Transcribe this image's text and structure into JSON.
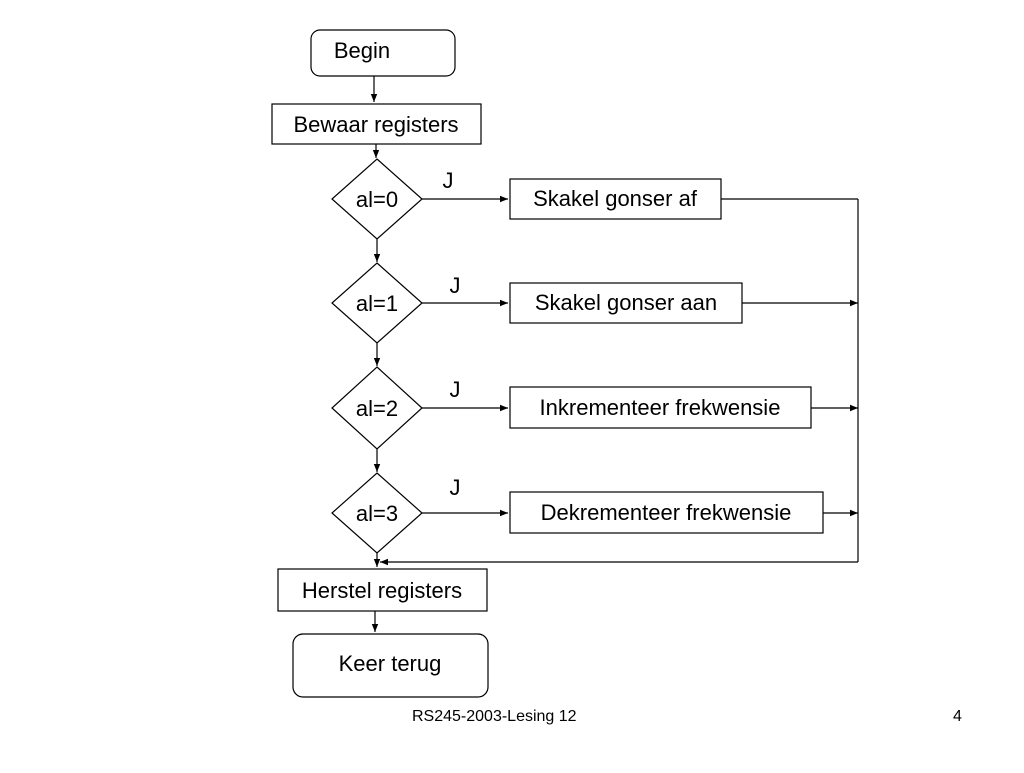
{
  "diagram": {
    "start": "Begin",
    "save": "Bewaar registers",
    "decisions": [
      {
        "condition": "al=0",
        "yes_label": "J",
        "action": "Skakel gonser af"
      },
      {
        "condition": "al=1",
        "yes_label": "J",
        "action": "Skakel gonser aan"
      },
      {
        "condition": "al=2",
        "yes_label": "J",
        "action": "Inkrementeer frekwensie"
      },
      {
        "condition": "al=3",
        "yes_label": "J",
        "action": "Dekrementeer frekwensie"
      }
    ],
    "restore": "Herstel registers",
    "end": "Keer terug"
  },
  "footer": {
    "center": "RS245-2003-Lesing 12",
    "page_number": "4"
  }
}
